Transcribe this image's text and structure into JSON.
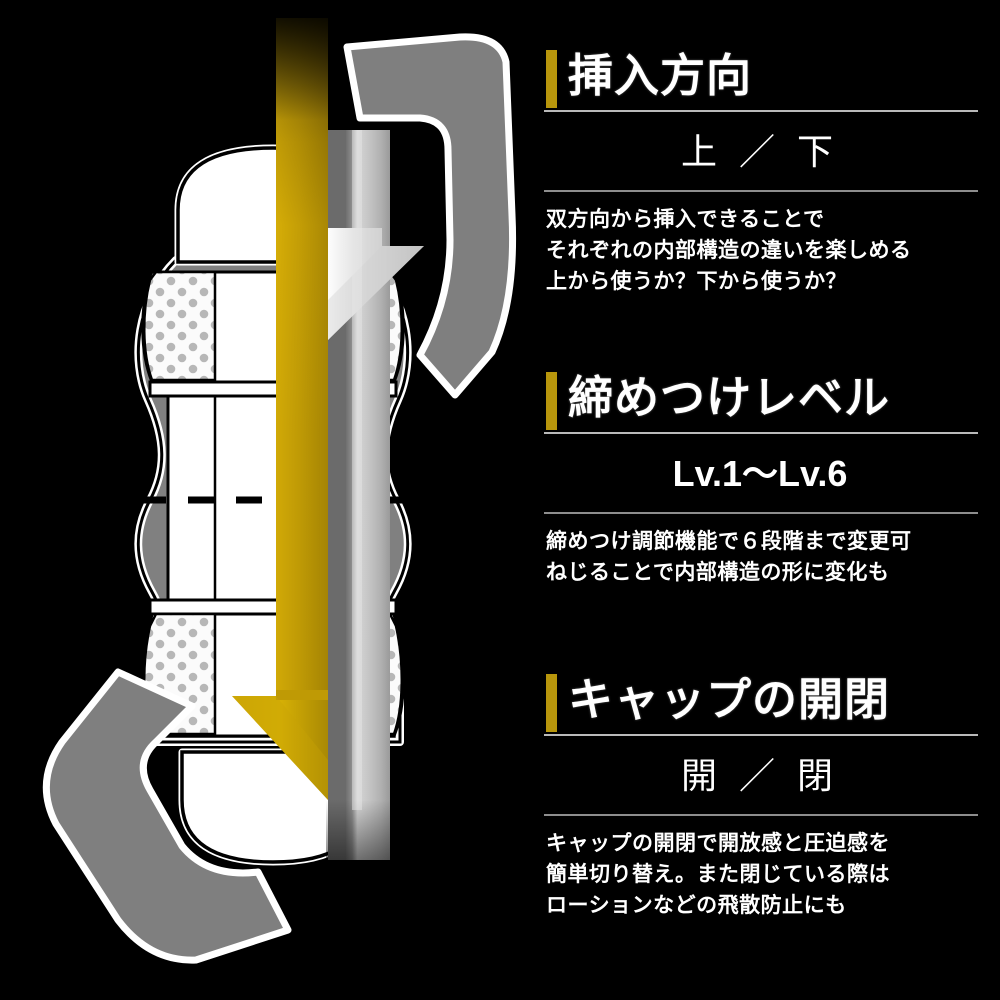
{
  "meta": {
    "background_color": "#000000",
    "accent_color": "#b8960c",
    "text_color": "#ffffff",
    "rule_color": "#b9b9b9"
  },
  "illustration": {
    "name": "cross-section-diagram",
    "gold_arrow_label": "downward-insertion-arrow",
    "silver_arrow_label": "upward-insertion-arrow",
    "colors": {
      "gold": "#bf9a05",
      "gold_dark": "#8a6f04",
      "silver_light": "#e9e9e9",
      "silver_mid": "#bdbdbd",
      "silver_dark": "#7a7a7a",
      "body_gray": "#808080",
      "cap_gray": "#7f7f7f",
      "dots": "#b3b3b3",
      "outline_white": "#ffffff",
      "outline_black": "#000000"
    }
  },
  "panel": {
    "sections": [
      {
        "id": "insertion-direction",
        "title": "挿入方向",
        "value": "上 ／ 下",
        "description": [
          "双方向から挿入できることで",
          "それぞれの内部構造の違いを楽しめる",
          "上から使うか？下から使うか？"
        ]
      },
      {
        "id": "tightness-level",
        "title": "締めつけレベル",
        "value": "Lv.1〜Lv.6",
        "description": [
          "締めつけ調節機能で６段階まで変更可",
          "ねじることで内部構造の形に変化も"
        ]
      },
      {
        "id": "cap-open-close",
        "title": "キャップの開閉",
        "value": "開 ／ 閉",
        "description": [
          "キャップの開閉で開放感と圧迫感を",
          "簡単切り替え。また閉じている際は",
          "ローションなどの飛散防止にも"
        ]
      }
    ]
  }
}
